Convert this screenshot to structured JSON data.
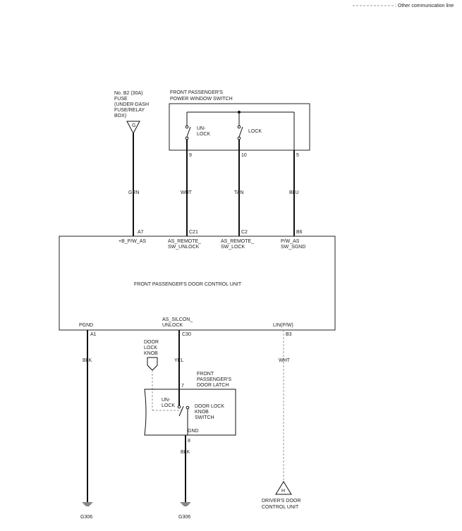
{
  "legend": {
    "other_comm_line": ": Other communication line"
  },
  "fuse": {
    "name": "No. B2 (30A)",
    "desc_1": "FUSE",
    "desc_2": "(UNDER-DASH",
    "desc_3": "FUSE/RELAY",
    "desc_4": "BOX)",
    "terminal": "G"
  },
  "window_switch": {
    "title_1": "FRONT PASSENGER'S",
    "title_2": "POWER WINDOW SWITCH",
    "unlock_label_1": "UN-",
    "unlock_label_2": "LOCK",
    "lock_label": "LOCK",
    "pins": [
      "9",
      "10",
      "5"
    ]
  },
  "wires": {
    "fuse_wire": "GRN",
    "unlock_wire": "WHT",
    "lock_wire": "TAN",
    "sgnd_wire": "BLU",
    "pgnd_wire": "BLK",
    "silcon_wire": "YEL",
    "lin_wire": "WHT",
    "latch_gnd_wire": "BLK"
  },
  "control_unit": {
    "title": "FRONT PASSENGER'S DOOR CONTROL UNIT",
    "top_pins": [
      {
        "pin": "A7",
        "name_1": "+B_P/W_AS",
        "name_2": ""
      },
      {
        "pin": "C21",
        "name_1": "AS_REMOTE_",
        "name_2": "SW_UNLOCK"
      },
      {
        "pin": "C2",
        "name_1": "AS_REMOTE_",
        "name_2": "SW_LOCK"
      },
      {
        "pin": "B6",
        "name_1": "P/W_AS",
        "name_2": "SW_SGND"
      }
    ],
    "bottom_pins": [
      {
        "pin": "A1",
        "name_1": "PGND",
        "name_2": ""
      },
      {
        "pin": "C30",
        "name_1": "AS_SILCON_",
        "name_2": "UNLOCK"
      },
      {
        "pin": "B3",
        "name_1": "LIN(P/W)",
        "name_2": ""
      }
    ]
  },
  "door_lock_knob": {
    "label_1": "DOOR",
    "label_2": "LOCK",
    "label_3": "KNOB"
  },
  "door_latch": {
    "title_1": "FRONT",
    "title_2": "PASSENGER'S",
    "title_3": "DOOR LATCH",
    "pin_top": "7",
    "pin_bottom": "8",
    "unlock_label_1": "UN-",
    "unlock_label_2": "LOCK",
    "switch_label_1": "DOOR LOCK",
    "switch_label_2": "KNOB",
    "switch_label_3": "SWITCH",
    "gnd_label": "GND"
  },
  "grounds": {
    "left": "G306",
    "right": "G306"
  },
  "drivers_unit": {
    "terminal": "H",
    "label_1": "DRIVER'S DOOR",
    "label_2": "CONTROL UNIT"
  }
}
